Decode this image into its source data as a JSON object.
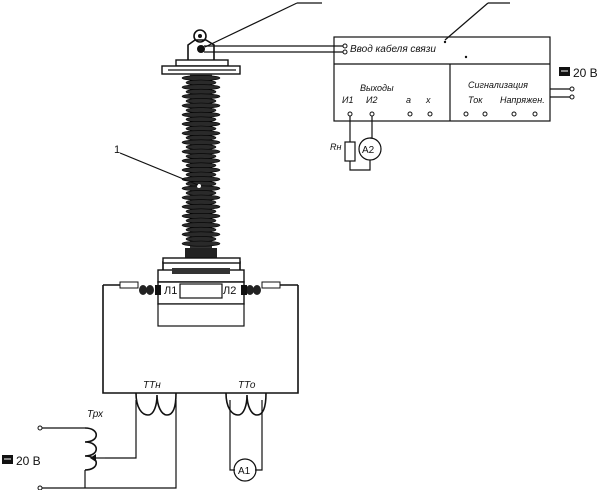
{
  "labels": {
    "callout_number": "1",
    "cable_input": "Ввод кабеля связи",
    "outputs_title": "Выходы",
    "out_i1": "И1",
    "out_i2": "И2",
    "out_a": "a",
    "out_x": "x",
    "signal_title": "Сигнализация",
    "signal_current": "Ток",
    "signal_voltage": "Напряжен.",
    "power_right": "20 В",
    "power_left": "20 В",
    "load_rn": "Rн",
    "ammeter_a2": "A2",
    "ammeter_a1": "A1",
    "terminal_l1": "Л1",
    "terminal_l2": "Л2",
    "ct_tn": "ТТн",
    "ct_to": "ТТо",
    "transformer_trx": "Трх"
  }
}
